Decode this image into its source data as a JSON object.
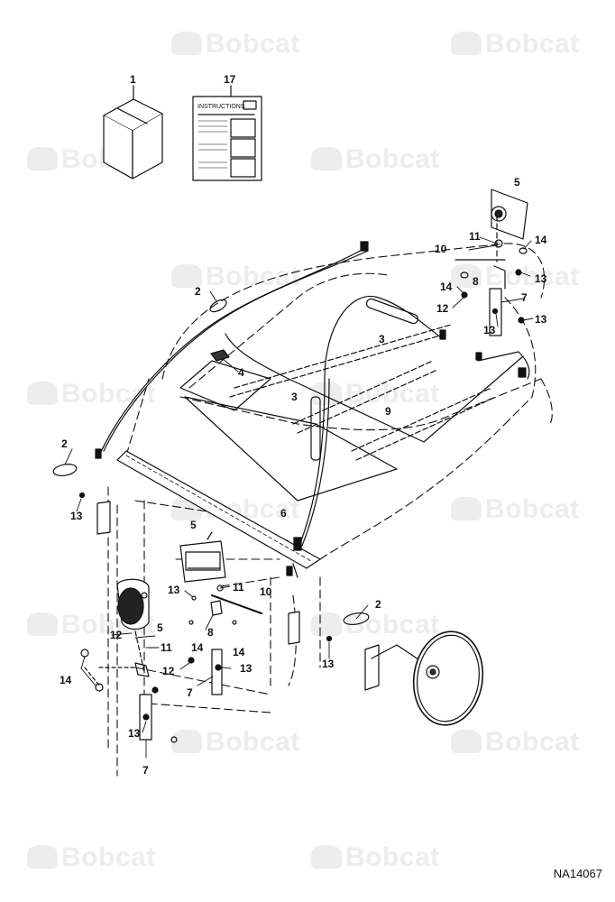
{
  "watermark": "Bobcat",
  "drawing_id": "NA14067",
  "instructions_label": "INSTRUCTIONS",
  "callouts": [
    "1",
    "17",
    "5",
    "11",
    "14",
    "10",
    "8",
    "13",
    "14",
    "12",
    "7",
    "13",
    "13",
    "2",
    "3",
    "4",
    "3",
    "9",
    "2",
    "13",
    "6",
    "5",
    "13",
    "11",
    "10",
    "12",
    "5",
    "11",
    "14",
    "14",
    "12",
    "13",
    "8",
    "14",
    "7",
    "13",
    "7",
    "2",
    "13"
  ]
}
